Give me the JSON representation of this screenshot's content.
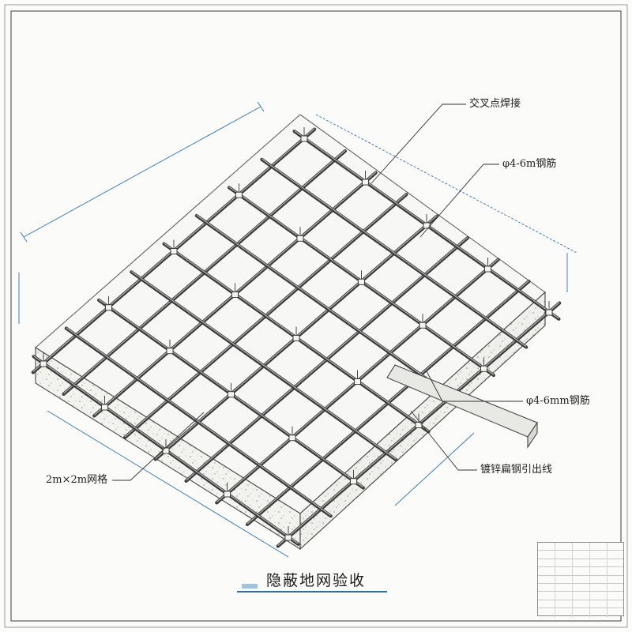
{
  "drawing": {
    "title": "隐蔽地网验收"
  },
  "callouts": {
    "cross_weld": "交叉点焊接",
    "rebar_top": "φ4-6m钢筋",
    "rebar_side": "φ4-6mm钢筋",
    "galvanized_lead": "镀锌扁钢引出线",
    "grid_spec": "2m×2m网格"
  },
  "colors": {
    "rebar": "#3a3a3a",
    "dimension": "#2f74b0",
    "leader": "#333333",
    "slab_edge": "#444444"
  }
}
